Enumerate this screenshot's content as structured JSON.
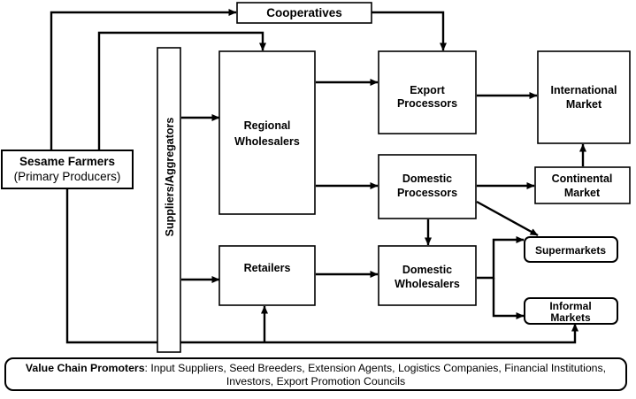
{
  "nodes": {
    "cooperatives": "Cooperatives",
    "sesame_farmers": {
      "line1": "Sesame Farmers",
      "line2": "(Primary Producers)"
    },
    "suppliers_aggregators": "Suppliers/Aggregators",
    "regional_wholesalers": {
      "line1": "Regional",
      "line2": "Wholesalers"
    },
    "retailers": "Retailers",
    "export_processors": {
      "line1": "Export",
      "line2": "Processors"
    },
    "domestic_processors": {
      "line1": "Domestic",
      "line2": "Processors"
    },
    "domestic_wholesalers": {
      "line1": "Domestic",
      "line2": "Wholesalers"
    },
    "international_market": {
      "line1": "International",
      "line2": "Market"
    },
    "continental_market": {
      "line1": "Continental",
      "line2": "Market"
    },
    "supermarkets": "Supermarkets",
    "informal_markets": {
      "line1": "Informal",
      "line2": "Markets"
    }
  },
  "promoters": {
    "label": "Value Chain Promoters",
    "line1": ": Input Suppliers, Seed Breeders, Extension Agents, Logistics Companies, Financial Institutions,",
    "line2": "Investors, Export Promotion Councils"
  },
  "edges": [
    [
      "sesame_farmers",
      "cooperatives"
    ],
    [
      "sesame_farmers",
      "regional_wholesalers"
    ],
    [
      "sesame_farmers",
      "informal_markets"
    ],
    [
      "sesame_farmers",
      "retailers"
    ],
    [
      "suppliers_aggregators",
      "regional_wholesalers"
    ],
    [
      "suppliers_aggregators",
      "retailers"
    ],
    [
      "cooperatives",
      "export_processors"
    ],
    [
      "regional_wholesalers",
      "export_processors"
    ],
    [
      "regional_wholesalers",
      "domestic_processors"
    ],
    [
      "export_processors",
      "international_market"
    ],
    [
      "domestic_processors",
      "continental_market"
    ],
    [
      "domestic_processors",
      "supermarkets"
    ],
    [
      "domestic_processors",
      "domestic_wholesalers"
    ],
    [
      "continental_market",
      "international_market"
    ],
    [
      "retailers",
      "domestic_wholesalers"
    ],
    [
      "domestic_wholesalers",
      "supermarkets"
    ],
    [
      "domestic_wholesalers",
      "informal_markets"
    ]
  ],
  "colors": {
    "stroke": "#000000",
    "fill": "#ffffff",
    "text": "#000000"
  }
}
